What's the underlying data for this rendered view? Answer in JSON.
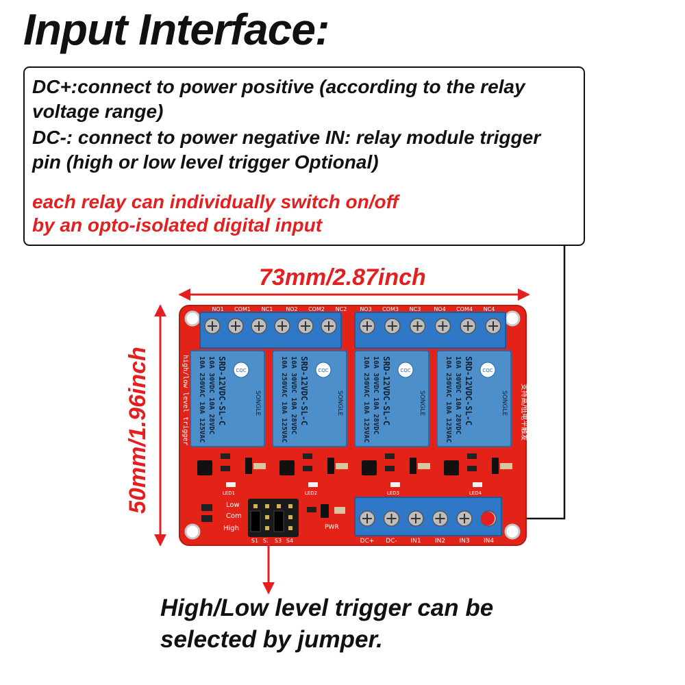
{
  "title": "Input Interface:",
  "info": {
    "lines": [
      "DC+:connect to power positive (according to the relay",
      "voltage range)",
      "DC-: connect to power negative IN: relay module trigger",
      "pin (high or low level trigger Optional)"
    ],
    "highlight_lines": [
      "each relay can individually switch on/off",
      "by an opto-isolated digital input"
    ]
  },
  "dimensions": {
    "width": "73mm/2.87inch",
    "height": "50mm/1.96inch"
  },
  "board": {
    "side_label": "high/low level trigger",
    "top_terminal_labels": [
      "NO1",
      "COM1",
      "NC1",
      "NO2",
      "COM2",
      "NC2",
      "NO3",
      "COM3",
      "NC3",
      "NO4",
      "COM4",
      "NC4"
    ],
    "relay": {
      "lines": [
        "10A 250VAC  10A 125VAC",
        "10A 30VDC  10A 28VDC",
        "SRD-12VDC-SL-C"
      ],
      "brand": "SONGLE",
      "cqc": "CQC"
    },
    "led_labels": [
      "LED1",
      "LED2",
      "LED3",
      "LED4"
    ],
    "jumper_labels": [
      "Low",
      "Com",
      "High"
    ],
    "jumper_pin_labels": [
      "S1",
      "S2",
      "S3",
      "S4"
    ],
    "pwr_label": "PWR",
    "input_terminal_labels": [
      "DC+",
      "DC-",
      "IN1",
      "IN2",
      "IN3",
      "IN4"
    ],
    "chinese_note": "支持高/低电平触发",
    "colors": {
      "pcb": "#e42318",
      "terminal": "#2f78c7",
      "relay": "#4c8fcb",
      "callout_dot": "#e41f1f"
    }
  },
  "footnote": [
    "High/Low level trigger can be",
    "selected by jumper."
  ]
}
